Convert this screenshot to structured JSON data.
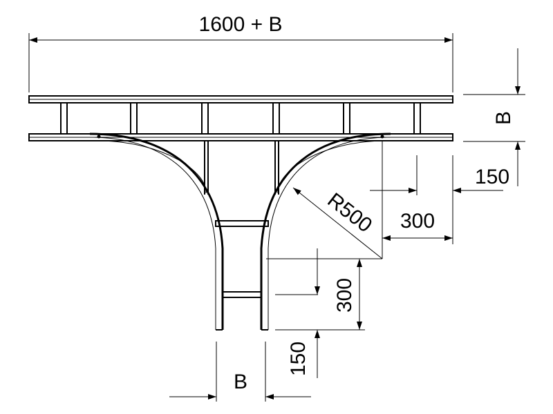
{
  "dimensions": {
    "total_width": "1600 + B",
    "height_b_right": "B",
    "offset_150_right": "150",
    "radius": "R500",
    "offset_300_right": "300",
    "offset_300_lower": "300",
    "offset_150_lower": "150",
    "width_b_bottom": "B"
  }
}
